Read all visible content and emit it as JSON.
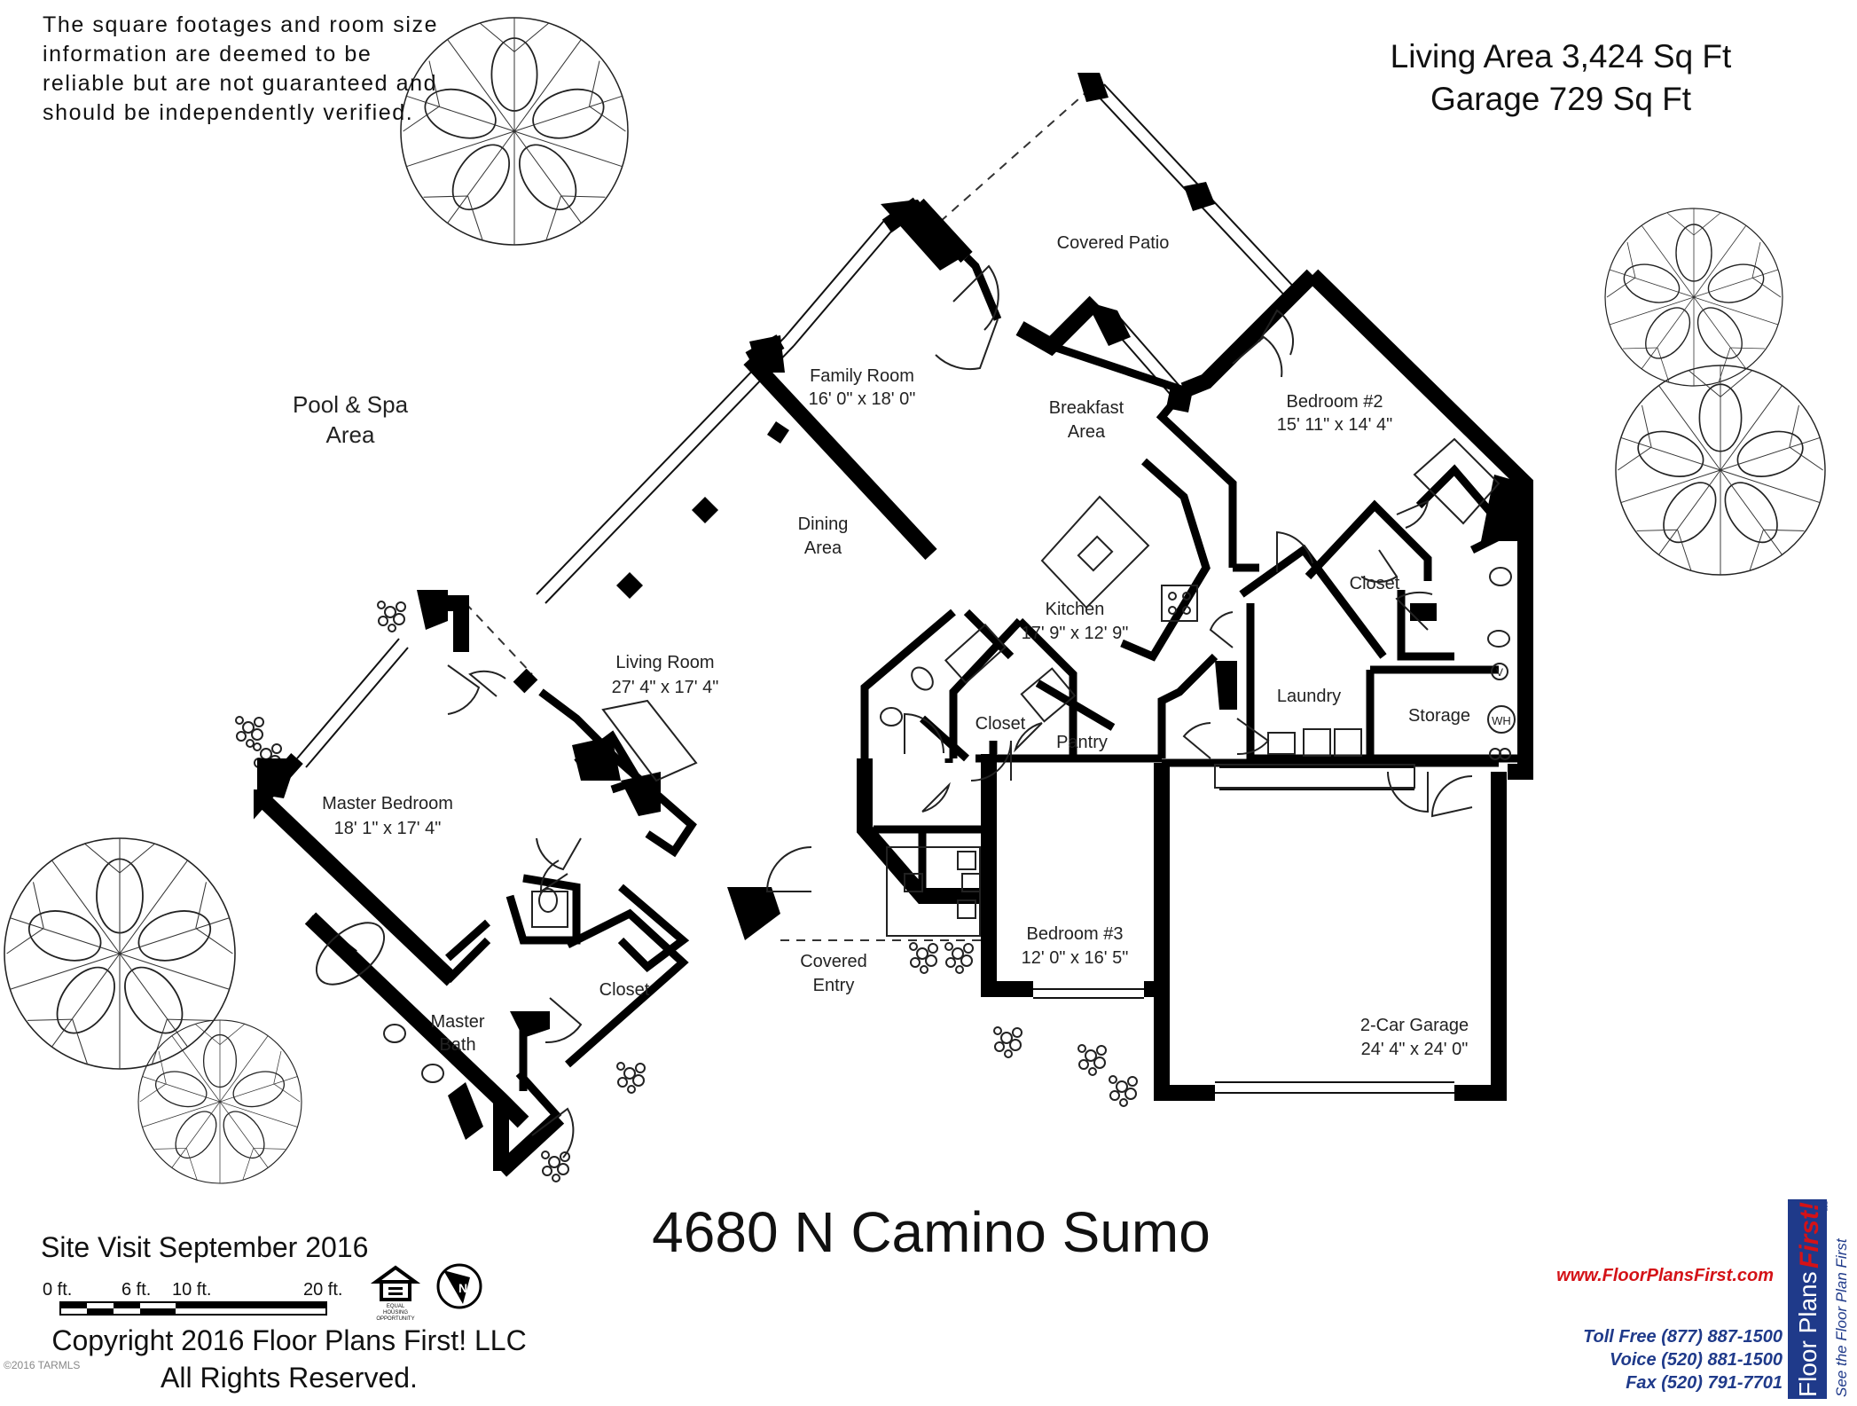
{
  "disclaimer": [
    "The square footages and room size",
    "information are deemed to be",
    "reliable but are not guaranteed and",
    "should be independently verified."
  ],
  "area_stats": {
    "living": "Living Area 3,424 Sq Ft",
    "garage": "Garage 729 Sq Ft"
  },
  "address": "4680 N Camino Sumo",
  "site_visit": "Site Visit September 2016",
  "scale": {
    "labels": [
      "0 ft.",
      "6 ft.",
      "10 ft.",
      "20 ft."
    ]
  },
  "housing_logo_text": [
    "EQUAL",
    "HOUSING",
    "OPPORTUNITY"
  ],
  "north_label": "N",
  "copyright": [
    "Copyright 2016 Floor Plans First! LLC",
    "All Rights Reserved."
  ],
  "brand": {
    "url": "www.FloorPlansFirst.com",
    "toll_free": "Toll Free (877) 887-1500",
    "voice": "Voice (520) 881-1500",
    "fax": "Fax (520) 791-7701",
    "logo_name": "Floor Plans",
    "logo_first": "First!",
    "logo_tagline": "See the Floor Plan First",
    "logo_llc": "LLC",
    "colors": {
      "blue": "#1f3a8a",
      "red": "#d41217"
    }
  },
  "watermark": "©2016 TARMLS",
  "rooms": {
    "covered_patio": [
      "Covered Patio"
    ],
    "family_room": [
      "Family Room",
      "16' 0\" x 18' 0\""
    ],
    "breakfast": [
      "Breakfast",
      "Area"
    ],
    "bedroom2": [
      "Bedroom #2",
      "15' 11\" x 14' 4\""
    ],
    "pool_spa": [
      "Pool & Spa",
      "Area"
    ],
    "dining": [
      "Dining",
      "Area"
    ],
    "kitchen": [
      "Kitchen",
      "17' 9\" x 12' 9\""
    ],
    "closet_b2": [
      "Closet"
    ],
    "living_room": [
      "Living Room",
      "27' 4\" x 17' 4\""
    ],
    "laundry": [
      "Laundry"
    ],
    "storage": [
      "Storage"
    ],
    "closet_hall": [
      "Closet"
    ],
    "pantry": [
      "Pantry"
    ],
    "master_bedroom": [
      "Master Bedroom",
      "18' 1\" x 17' 4\""
    ],
    "bedroom3": [
      "Bedroom #3",
      "12' 0\" x 16' 5\""
    ],
    "covered_entry": [
      "Covered",
      "Entry"
    ],
    "closet_master": [
      "Closet"
    ],
    "master_bath": [
      "Master",
      "Bath"
    ],
    "garage": [
      "2-Car Garage",
      "24' 4\" x 24' 0\""
    ],
    "wh": "WH",
    "v": "V"
  }
}
